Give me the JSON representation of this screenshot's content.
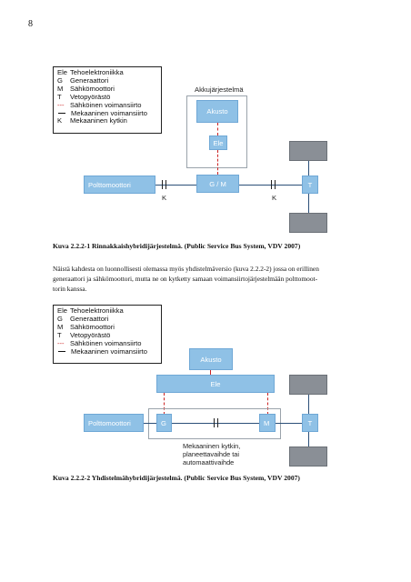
{
  "page": {
    "number": "8"
  },
  "legend1": {
    "rows": [
      {
        "key": "Ele",
        "label": "Tehoelektroniikka",
        "style": "text"
      },
      {
        "key": "G",
        "label": "Generaattori",
        "style": "text"
      },
      {
        "key": "M",
        "label": "Sähkömoottori",
        "style": "text"
      },
      {
        "key": "T",
        "label": "Vetopyörästö",
        "style": "text"
      },
      {
        "key": "---",
        "label": "Sähköinen voimansiirto",
        "style": "red-dash"
      },
      {
        "key": "",
        "label": "Mekaaninen voimansiirto",
        "style": "line"
      },
      {
        "key": "K",
        "label": "Mekaaninen kytkin",
        "style": "text"
      }
    ]
  },
  "diagram1": {
    "battery_system_label": "Akkujärjestelmä",
    "battery": "Akusto",
    "ele": "Ele",
    "engine": "Polttomoottori",
    "gm": "G / M",
    "t": "T",
    "clutch_left": "K",
    "clutch_right": "K"
  },
  "caption1": "Kuva 2.2.2-1 Rinnakkaishybridijärjestelmä. (Public Service Bus System, VDV 2007)",
  "paragraph": {
    "line1": "Näistä kahdesta on luonnollisesti olemassa myös yhdistelmäversio (kuva 2.2.2-2) jossa on erillinen",
    "line2": "generaattori ja sähkömoottori, mutta ne on kytketty samaan voimansiirtojärjestelmään polttomoot-",
    "line3": "torin kanssa."
  },
  "legend2": {
    "rows": [
      {
        "key": "Ele",
        "label": "Tehoelektroniikka",
        "style": "text"
      },
      {
        "key": "G",
        "label": "Generaattori",
        "style": "text"
      },
      {
        "key": "M",
        "label": "Sähkömoottori",
        "style": "text"
      },
      {
        "key": "T",
        "label": "Vetopyörästö",
        "style": "text"
      },
      {
        "key": "---",
        "label": "Sähköinen voimansiirto",
        "style": "red-dash"
      },
      {
        "key": "",
        "label": "Mekaaninen voimansiirto",
        "style": "line"
      }
    ]
  },
  "diagram2": {
    "battery": "Akusto",
    "ele": "Ele",
    "engine": "Polttomoottori",
    "g": "G",
    "m": "M",
    "t": "T",
    "note_line1": "Mekaaninen kytkin,",
    "note_line2": "planeettavaihde tai",
    "note_line3": "automaattivaihde"
  },
  "caption2": "Kuva 2.2.2-2 Yhdistelmähybridijärjestelmä. (Public Service Bus System, VDV 2007)",
  "colors": {
    "box_fill": "#8fc1e6",
    "wheel_fill": "#8a8f96",
    "electric": "#cc2222",
    "mechanical": "#2b4f78"
  }
}
